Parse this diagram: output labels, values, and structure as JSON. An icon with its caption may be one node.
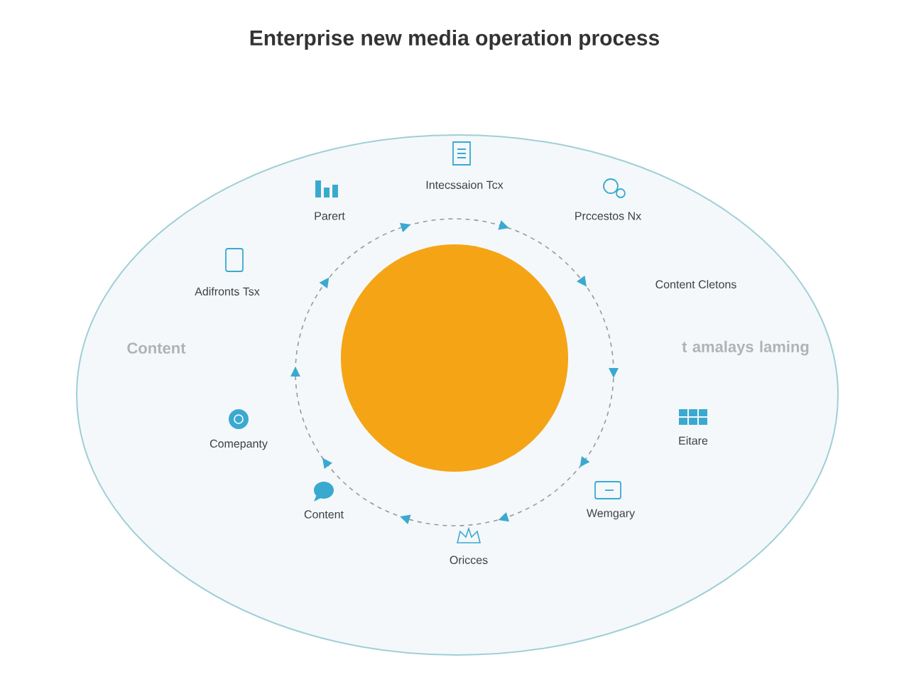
{
  "diagram": {
    "title": "Enterprise new media operation process",
    "nodes": [
      {
        "text": [
          "Parert"
        ]
      },
      {
        "text": [
          "Intecssaion Tcx"
        ]
      },
      {
        "text": [
          "Prccestos Nx"
        ]
      },
      {
        "text": [
          "Content Cletons"
        ]
      },
      {
        "text": [
          "Adifronts Tsx"
        ]
      },
      {
        "text": [
          "Comepanty"
        ]
      },
      {
        "text": [
          "Eitare"
        ]
      },
      {
        "text": [
          "Content"
        ]
      },
      {
        "text": [
          "Oricces"
        ]
      },
      {
        "text": [
          "Wemgary"
        ]
      },
      {
        "text": [],
        "shape": "circle"
      }
    ],
    "labels": [
      "Content",
      "t amalays laming"
    ]
  }
}
